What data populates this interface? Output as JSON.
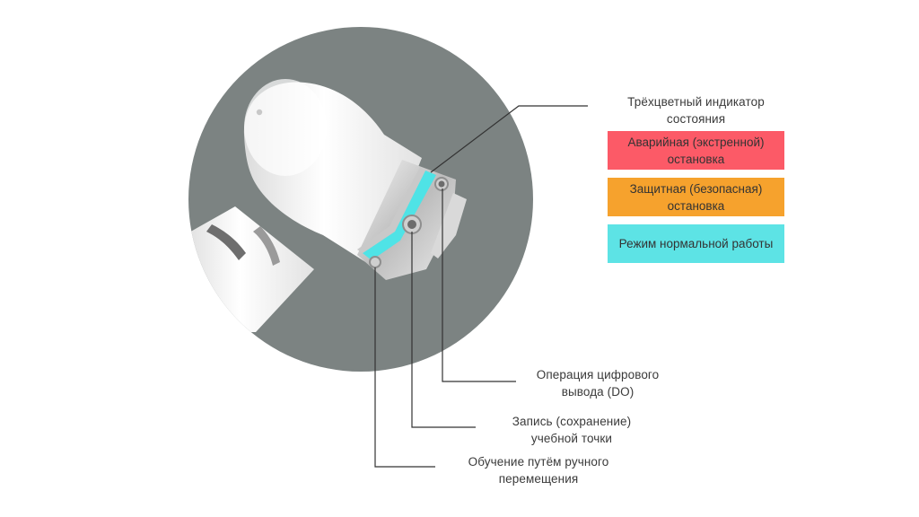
{
  "indicator": {
    "title": "Трёхцветный индикатор состояния",
    "states": [
      {
        "label": "Аварийная (экстренной) остановка",
        "color": "#fc5a67"
      },
      {
        "label": "Защитная (безопасная) остановка",
        "color": "#f6a22d"
      },
      {
        "label": "Режим нормальной работы",
        "color": "#5de3e5"
      }
    ]
  },
  "callouts": {
    "digital_output": "Операция цифрового вывода (DO)",
    "record_point": "Запись (сохранение) учебной точки",
    "hand_guiding": "Обучение путём ручного перемещения"
  },
  "colors": {
    "background_circle": "#7c8382",
    "robot_body": "#f4f4f4",
    "led_ring": "#4fe3e6",
    "leader_line": "#333333"
  }
}
